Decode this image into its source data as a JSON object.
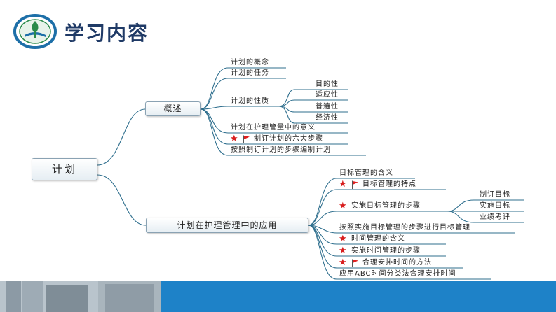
{
  "title": "学习内容",
  "mindmap": {
    "root": "计划",
    "branch1": {
      "label": "概述",
      "items": [
        "计划的概念",
        "计划的任务",
        "计划的性质",
        "计划在护理管量中的意义",
        "制订计划的六大步骤",
        "按照制订计划的步骤编制计划"
      ],
      "nature_children": [
        "目的性",
        "适应性",
        "普遍性",
        "经济性"
      ]
    },
    "branch2": {
      "label": "计划在护理管理中的应用",
      "items": [
        "目标管理的含义",
        "目标管理的特点",
        "实施目标管理的步骤",
        "按照实施目标管理的步骤进行目标管理",
        "时间管理的含义",
        "实施时间管理的步骤",
        "合理安排时间的方法",
        "应用ABC时间分类法合理安排时间"
      ],
      "steps_children": [
        "制订目标",
        "实施目标",
        "业绩考评"
      ]
    }
  },
  "markers": {
    "star": "★"
  },
  "colors": {
    "title": "#1f3a66",
    "connector": "#2f6f8e",
    "star": "#d81e1e",
    "flag": "#e02020",
    "band": "#1e82c8"
  }
}
